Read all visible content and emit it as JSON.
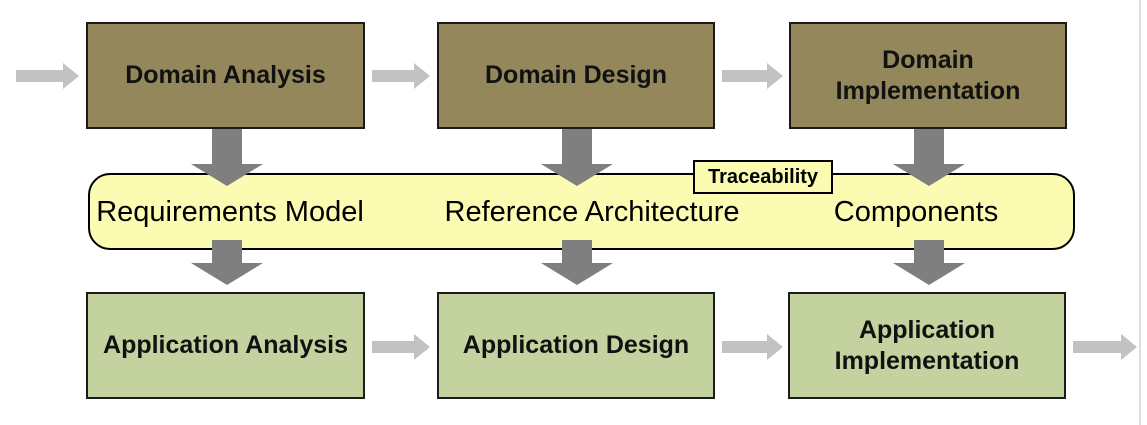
{
  "top_row": {
    "boxes": [
      {
        "label": "Domain Analysis"
      },
      {
        "label": "Domain Design"
      },
      {
        "label": "Domain Implementation"
      }
    ]
  },
  "artifact_band": {
    "labels": [
      "Requirements Model",
      "Reference Architecture",
      "Components"
    ],
    "tag": "Traceability"
  },
  "bottom_row": {
    "boxes": [
      {
        "label": "Application Analysis"
      },
      {
        "label": "Application Design"
      },
      {
        "label": "Application Implementation"
      }
    ]
  },
  "icons": {
    "horizontal_flow": "right-arrow",
    "vertical_transform": "down-arrow"
  },
  "colors": {
    "domain_box_fill": "#93875B",
    "application_box_fill": "#C3D29E",
    "band_fill": "#FBFBB1",
    "flow_arrow": "#C2C2C2",
    "transform_arrow": "#7F7F7F",
    "box_border": "#1B1B1B",
    "band_border": "#000000",
    "page_edge": "#DFDFDF"
  }
}
